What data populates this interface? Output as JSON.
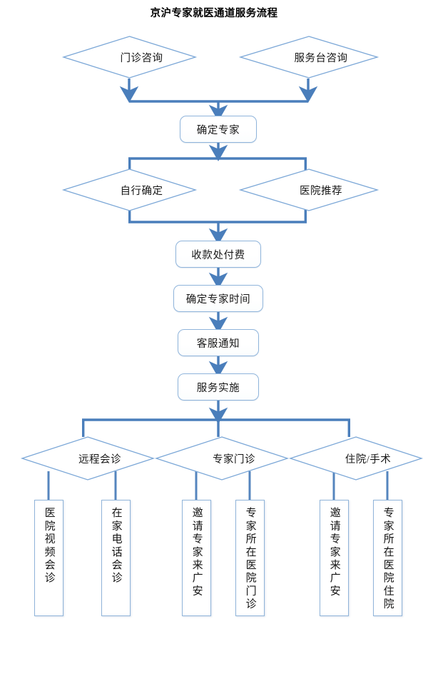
{
  "page": {
    "title": "京沪专家就医通道服务流程",
    "background": "#ffffff"
  },
  "colors": {
    "connector": "#4A7EBB",
    "diamond_stroke": "#7BA7D7",
    "box_stroke": "#8FB4DB",
    "text": "#171717"
  },
  "flow": {
    "entry_diamonds": [
      {
        "label": "门诊咨询"
      },
      {
        "label": "服务台咨询"
      }
    ],
    "confirm_expert": {
      "label": "确定专家"
    },
    "selection_diamonds": [
      {
        "label": "自行确定"
      },
      {
        "label": "医院推荐"
      }
    ],
    "chain": [
      {
        "label": "收款处付费"
      },
      {
        "label": "确定专家时间"
      },
      {
        "label": "客服通知"
      },
      {
        "label": "服务实施"
      }
    ],
    "service_diamonds": [
      {
        "label": "远程会诊"
      },
      {
        "label": "专家门诊"
      },
      {
        "label": "住院/手术"
      }
    ],
    "outcomes": [
      {
        "label": "医院视频会诊"
      },
      {
        "label": "在家电话会诊"
      },
      {
        "label": "邀请专家来广安"
      },
      {
        "label": "专家所在医院门诊"
      },
      {
        "label": "邀请专家来广安"
      },
      {
        "label": "专家所在医院住院"
      }
    ]
  }
}
